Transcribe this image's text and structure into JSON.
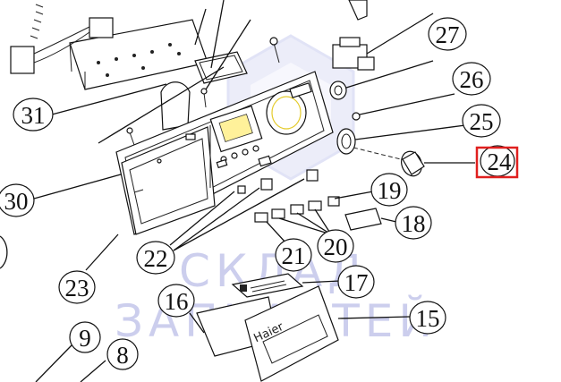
{
  "diagram": {
    "callouts": [
      {
        "id": "c31",
        "label": "31"
      },
      {
        "id": "c30",
        "label": "30"
      },
      {
        "id": "c27",
        "label": "27"
      },
      {
        "id": "c26",
        "label": "26"
      },
      {
        "id": "c25",
        "label": "25"
      },
      {
        "id": "c24",
        "label": "24",
        "highlighted": true
      },
      {
        "id": "c23",
        "label": "23"
      },
      {
        "id": "c22",
        "label": "22"
      },
      {
        "id": "c21",
        "label": "21"
      },
      {
        "id": "c20",
        "label": "20"
      },
      {
        "id": "c19",
        "label": "19"
      },
      {
        "id": "c18",
        "label": "18"
      },
      {
        "id": "c17",
        "label": "17"
      },
      {
        "id": "c16",
        "label": "16"
      },
      {
        "id": "c15",
        "label": "15"
      },
      {
        "id": "c9",
        "label": "9"
      },
      {
        "id": "c8",
        "label": "8"
      }
    ],
    "dispenser_brand_text": "Haier",
    "highlight_color": "#e0201f",
    "watermark": {
      "line1": "СКЛАД",
      "line2": "ЗАПЧАСТЕЙ",
      "color": "#8f95d8"
    }
  }
}
